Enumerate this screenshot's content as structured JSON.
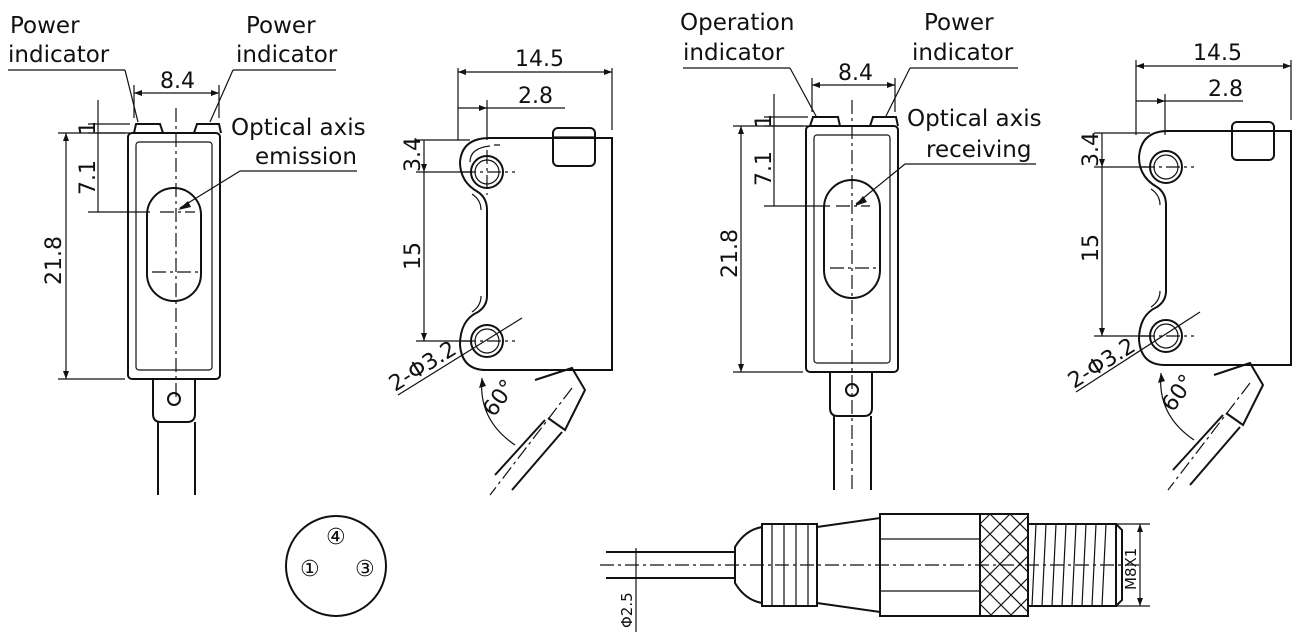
{
  "view1": {
    "label_left": [
      "Power",
      "indicator"
    ],
    "label_right": [
      "Power",
      "indicator"
    ],
    "axis_label": [
      "Optical axis",
      "emission"
    ],
    "dim_width": "8.4",
    "dim_top": "1",
    "dim_axis": "7.1",
    "dim_height": "21.8"
  },
  "view2": {
    "dim_depth": "14.5",
    "dim_offset": "2.8",
    "dim_hole_top": "3.4",
    "dim_hole_pitch": "15",
    "dim_holes": "2-Φ3.2",
    "dim_angle": "60°"
  },
  "view3": {
    "label_left": [
      "Operation",
      "indicator"
    ],
    "label_right": [
      "Power",
      "indicator"
    ],
    "axis_label": [
      "Optical axis",
      "receiving"
    ],
    "dim_width": "8.4",
    "dim_top": "1",
    "dim_axis": "7.1",
    "dim_height": "21.8"
  },
  "view4": {
    "dim_depth": "14.5",
    "dim_offset": "2.8",
    "dim_hole_top": "3.4",
    "dim_hole_pitch": "15",
    "dim_holes": "2-Φ3.2",
    "dim_angle": "60°"
  },
  "pins": [
    "①",
    "④",
    "③"
  ],
  "connector": {
    "dim_cable": "Φ2.5",
    "dim_thread": "M8X1"
  }
}
